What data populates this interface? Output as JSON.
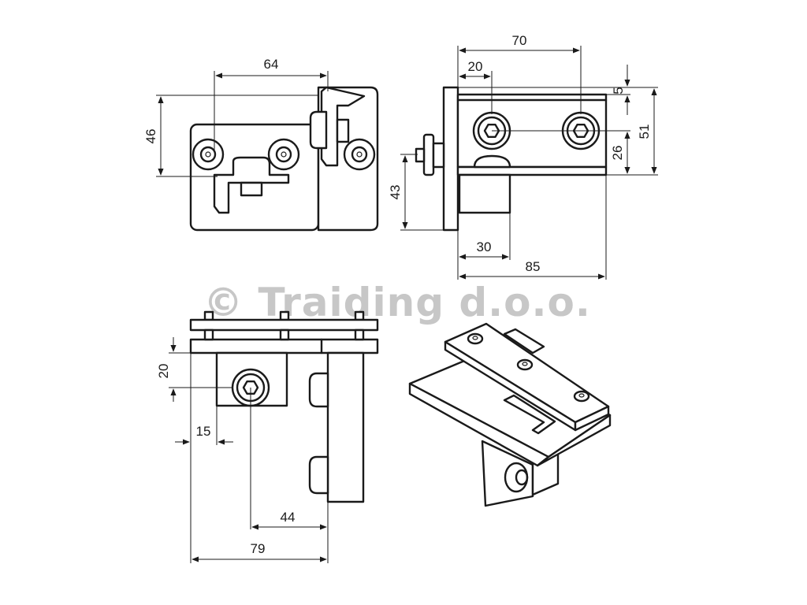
{
  "watermark": "© Traiding d.o.o.",
  "colors": {
    "line": "#1a1a1a",
    "watermark": "#c7c7c7",
    "background": "#ffffff"
  },
  "front_view": {
    "dim_width": "64",
    "dim_height": "46"
  },
  "side_view": {
    "dim_top_70": "70",
    "dim_top_20": "20",
    "dim_5": "5",
    "dim_51": "51",
    "dim_26": "26",
    "dim_43": "43",
    "dim_30": "30",
    "dim_85": "85"
  },
  "bottom_view": {
    "dim_20": "20",
    "dim_15": "15",
    "dim_44": "44",
    "dim_79": "79"
  }
}
